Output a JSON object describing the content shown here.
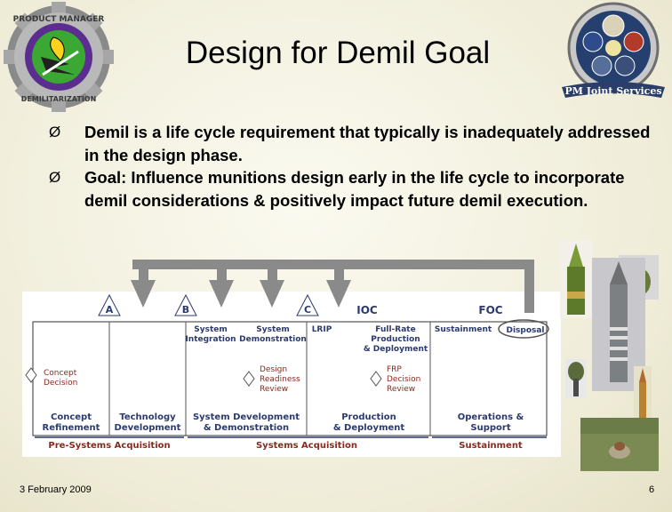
{
  "slide": {
    "title": "Design for Demil Goal",
    "bullets": [
      "Demil is a life cycle requirement that typically is inadequately addressed in the design phase.",
      "Goal: Influence munitions design early in the life cycle to incorporate demil considerations & positively impact future demil execution."
    ],
    "date": "3 February 2009",
    "page": "6"
  },
  "logos": {
    "left_text": "PRODUCT MANAGER DEMILITARIZATION",
    "right_text": "PM Joint Services"
  },
  "lifecycle": {
    "milestones": [
      "A",
      "B",
      "C"
    ],
    "ioc": "IOC",
    "foc": "FOC",
    "top_labels": {
      "system_integration": [
        "System",
        "Integration"
      ],
      "system_demonstration": [
        "System",
        "Demonstration"
      ],
      "lrip": "LRIP",
      "full_rate": [
        "Full-Rate",
        "Production",
        "& Deployment"
      ],
      "sustainment": "Sustainment",
      "disposal": "Disposal"
    },
    "decisions": {
      "concept": [
        "Concept",
        "Decision"
      ],
      "design_readiness": [
        "Design",
        "Readiness",
        "Review"
      ],
      "frp": [
        "FRP",
        "Decision",
        "Review"
      ]
    },
    "phases": {
      "concept_refinement": [
        "Concept",
        "Refinement"
      ],
      "technology_development": [
        "Technology",
        "Development"
      ],
      "system_dev": [
        "System Development",
        "& Demonstration"
      ],
      "production": [
        "Production",
        "& Deployment"
      ],
      "operations": [
        "Operations &",
        "Support"
      ]
    },
    "groups": {
      "pre_systems": "Pre-Systems Acquisition",
      "systems": "Systems Acquisition",
      "sustainment": "Sustainment"
    }
  },
  "colors": {
    "arrow_gray": "#8a8a8a",
    "label_navy": "#2b3a70",
    "label_red": "#8a2a1e",
    "logo_green": "#3aa833",
    "logo_purple": "#5b2d8e"
  }
}
